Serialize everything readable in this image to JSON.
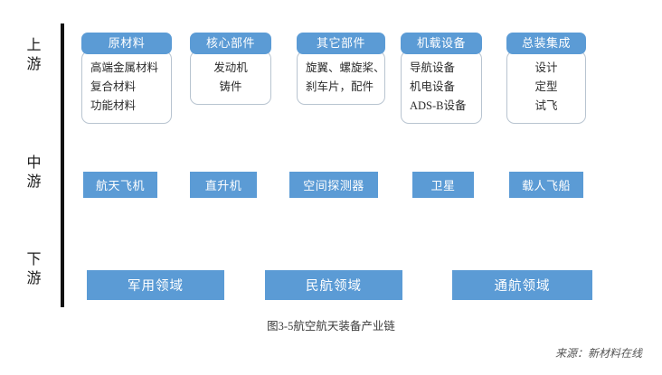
{
  "figure": {
    "caption": "图3-5航空航天装备产业链",
    "source": "来源：新材料在线",
    "accent_color": "#5B9BD5",
    "axis_color": "#111111",
    "card_border_color": "#b8c4d0"
  },
  "stages": [
    {
      "id": "upstream",
      "line1": "上",
      "line2": "游"
    },
    {
      "id": "midstream",
      "line1": "中",
      "line2": "游"
    },
    {
      "id": "downstream",
      "line1": "下",
      "line2": "游"
    }
  ],
  "upstream": {
    "cards": [
      {
        "title": "原材料",
        "align": "left",
        "items": [
          "高端金属材料",
          "复合材料",
          "功能材料"
        ]
      },
      {
        "title": "核心部件",
        "align": "center",
        "items": [
          "发动机",
          "铸件"
        ]
      },
      {
        "title": "其它部件",
        "align": "left",
        "items": [
          "旋翼、螺旋桨、",
          "刹车片，配件"
        ]
      },
      {
        "title": "机载设备",
        "align": "left",
        "items": [
          "导航设备",
          "机电设备",
          "ADS-B设备"
        ]
      },
      {
        "title": "总装集成",
        "align": "center",
        "items": [
          "设计",
          "定型",
          "试飞"
        ]
      }
    ]
  },
  "midstream": {
    "boxes": [
      {
        "label": "航天飞机"
      },
      {
        "label": "直升机"
      },
      {
        "label": "空间探测器"
      },
      {
        "label": "卫星"
      },
      {
        "label": "载人飞船"
      }
    ]
  },
  "downstream": {
    "boxes": [
      {
        "label": "军用领域"
      },
      {
        "label": "民航领域"
      },
      {
        "label": "通航领域"
      }
    ]
  }
}
